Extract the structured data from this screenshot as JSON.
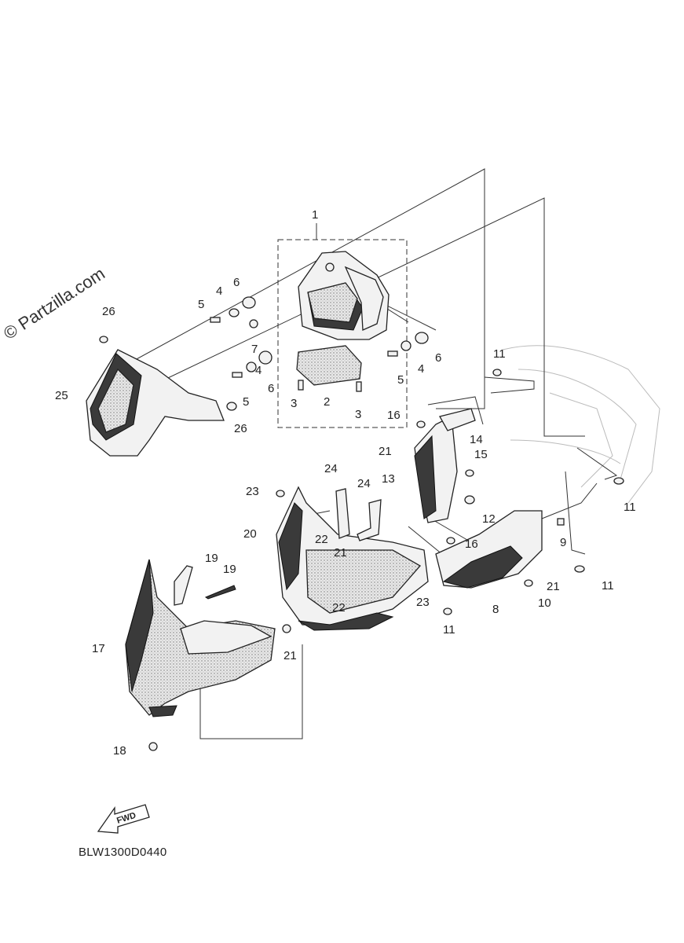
{
  "diagram": {
    "drawing_code": "BLW1300D0440",
    "watermark": "© Partzilla.com",
    "fwd_label": "FWD",
    "callouts": {
      "c1": "1",
      "c2": "2",
      "c3a": "3",
      "c3b": "3",
      "c4a": "4",
      "c4b": "4",
      "c4c": "4",
      "c5a": "5",
      "c5b": "5",
      "c5c": "5",
      "c6a": "6",
      "c6b": "6",
      "c6c": "6",
      "c7": "7",
      "c8": "8",
      "c9": "9",
      "c10": "10",
      "c11a": "11",
      "c11b": "11",
      "c11c": "11",
      "c11d": "11",
      "c12": "12",
      "c13": "13",
      "c14": "14",
      "c15": "15",
      "c16a": "16",
      "c16b": "16",
      "c17": "17",
      "c18": "18",
      "c19a": "19",
      "c19b": "19",
      "c20": "20",
      "c21a": "21",
      "c21b": "21",
      "c21c": "21",
      "c21d": "21",
      "c22a": "22",
      "c22b": "22",
      "c23a": "23",
      "c23b": "23",
      "c24a": "24",
      "c24b": "24",
      "c25": "25",
      "c26a": "26",
      "c26b": "26"
    }
  }
}
